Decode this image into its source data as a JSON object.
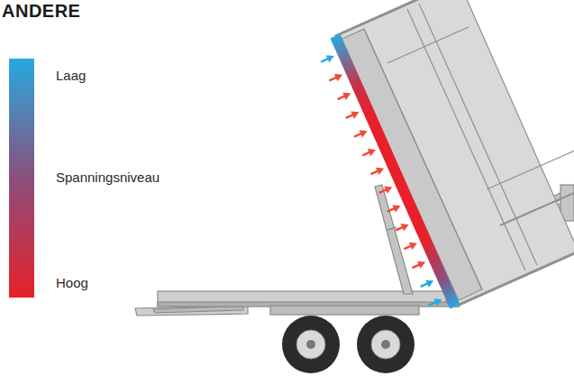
{
  "diagram": {
    "labels": [
      "ANDERE",
      "Laag",
      "Spanningsniveau",
      "Hoog"
    ]
  }
}
